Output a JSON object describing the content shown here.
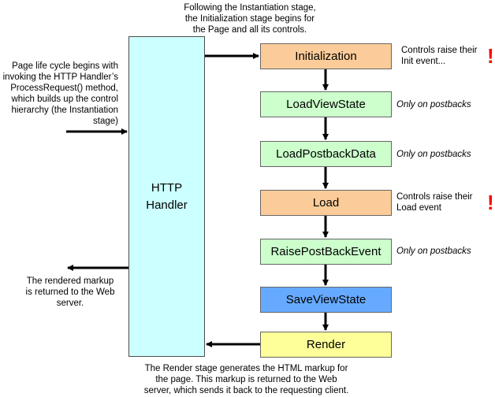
{
  "notes": {
    "top": [
      "Following the Instantiation stage,",
      "the Initialization stage begins for",
      "the Page and all its controls."
    ],
    "left": [
      "Page life cycle begins with",
      "invoking the HTTP Handler’s",
      "ProcessRequest() method,",
      "which builds up the control",
      "hierarchy (the Instantiation",
      "stage)"
    ],
    "return": [
      "The rendered markup",
      "is returned to the Web",
      "server."
    ],
    "bottom": [
      "The Render stage generates the HTML markup for",
      "the page.  This markup is returned to the Web",
      "server, which sends it back to the requesting client."
    ]
  },
  "handler": {
    "lines": [
      "HTTP",
      "Handler"
    ]
  },
  "stages": [
    {
      "label": "Initialization",
      "kind": "orange",
      "note": [
        "Controls raise their",
        "Init event..."
      ],
      "note_style": "normal",
      "alert": "!"
    },
    {
      "label": "LoadViewState",
      "kind": "green",
      "note": [
        "Only on postbacks"
      ],
      "note_style": "italic",
      "alert": ""
    },
    {
      "label": "LoadPostbackData",
      "kind": "green",
      "note": [
        "Only on postbacks"
      ],
      "note_style": "italic",
      "alert": ""
    },
    {
      "label": "Load",
      "kind": "orange",
      "note": [
        "Controls raise their",
        "Load event"
      ],
      "note_style": "normal",
      "alert": "!"
    },
    {
      "label": "RaisePostBackEvent",
      "kind": "green",
      "note": [
        "Only on postbacks"
      ],
      "note_style": "italic",
      "alert": ""
    },
    {
      "label": "SaveViewState",
      "kind": "blue",
      "note": [],
      "note_style": "normal",
      "alert": ""
    },
    {
      "label": "Render",
      "kind": "yellow",
      "note": [],
      "note_style": "normal",
      "alert": ""
    }
  ],
  "colors": {
    "handler": "#ccffff",
    "orange": "#fbcc99",
    "green": "#ccffcc",
    "blue": "#66aaff",
    "yellow": "#ffff99",
    "alert": "#ff0000"
  }
}
